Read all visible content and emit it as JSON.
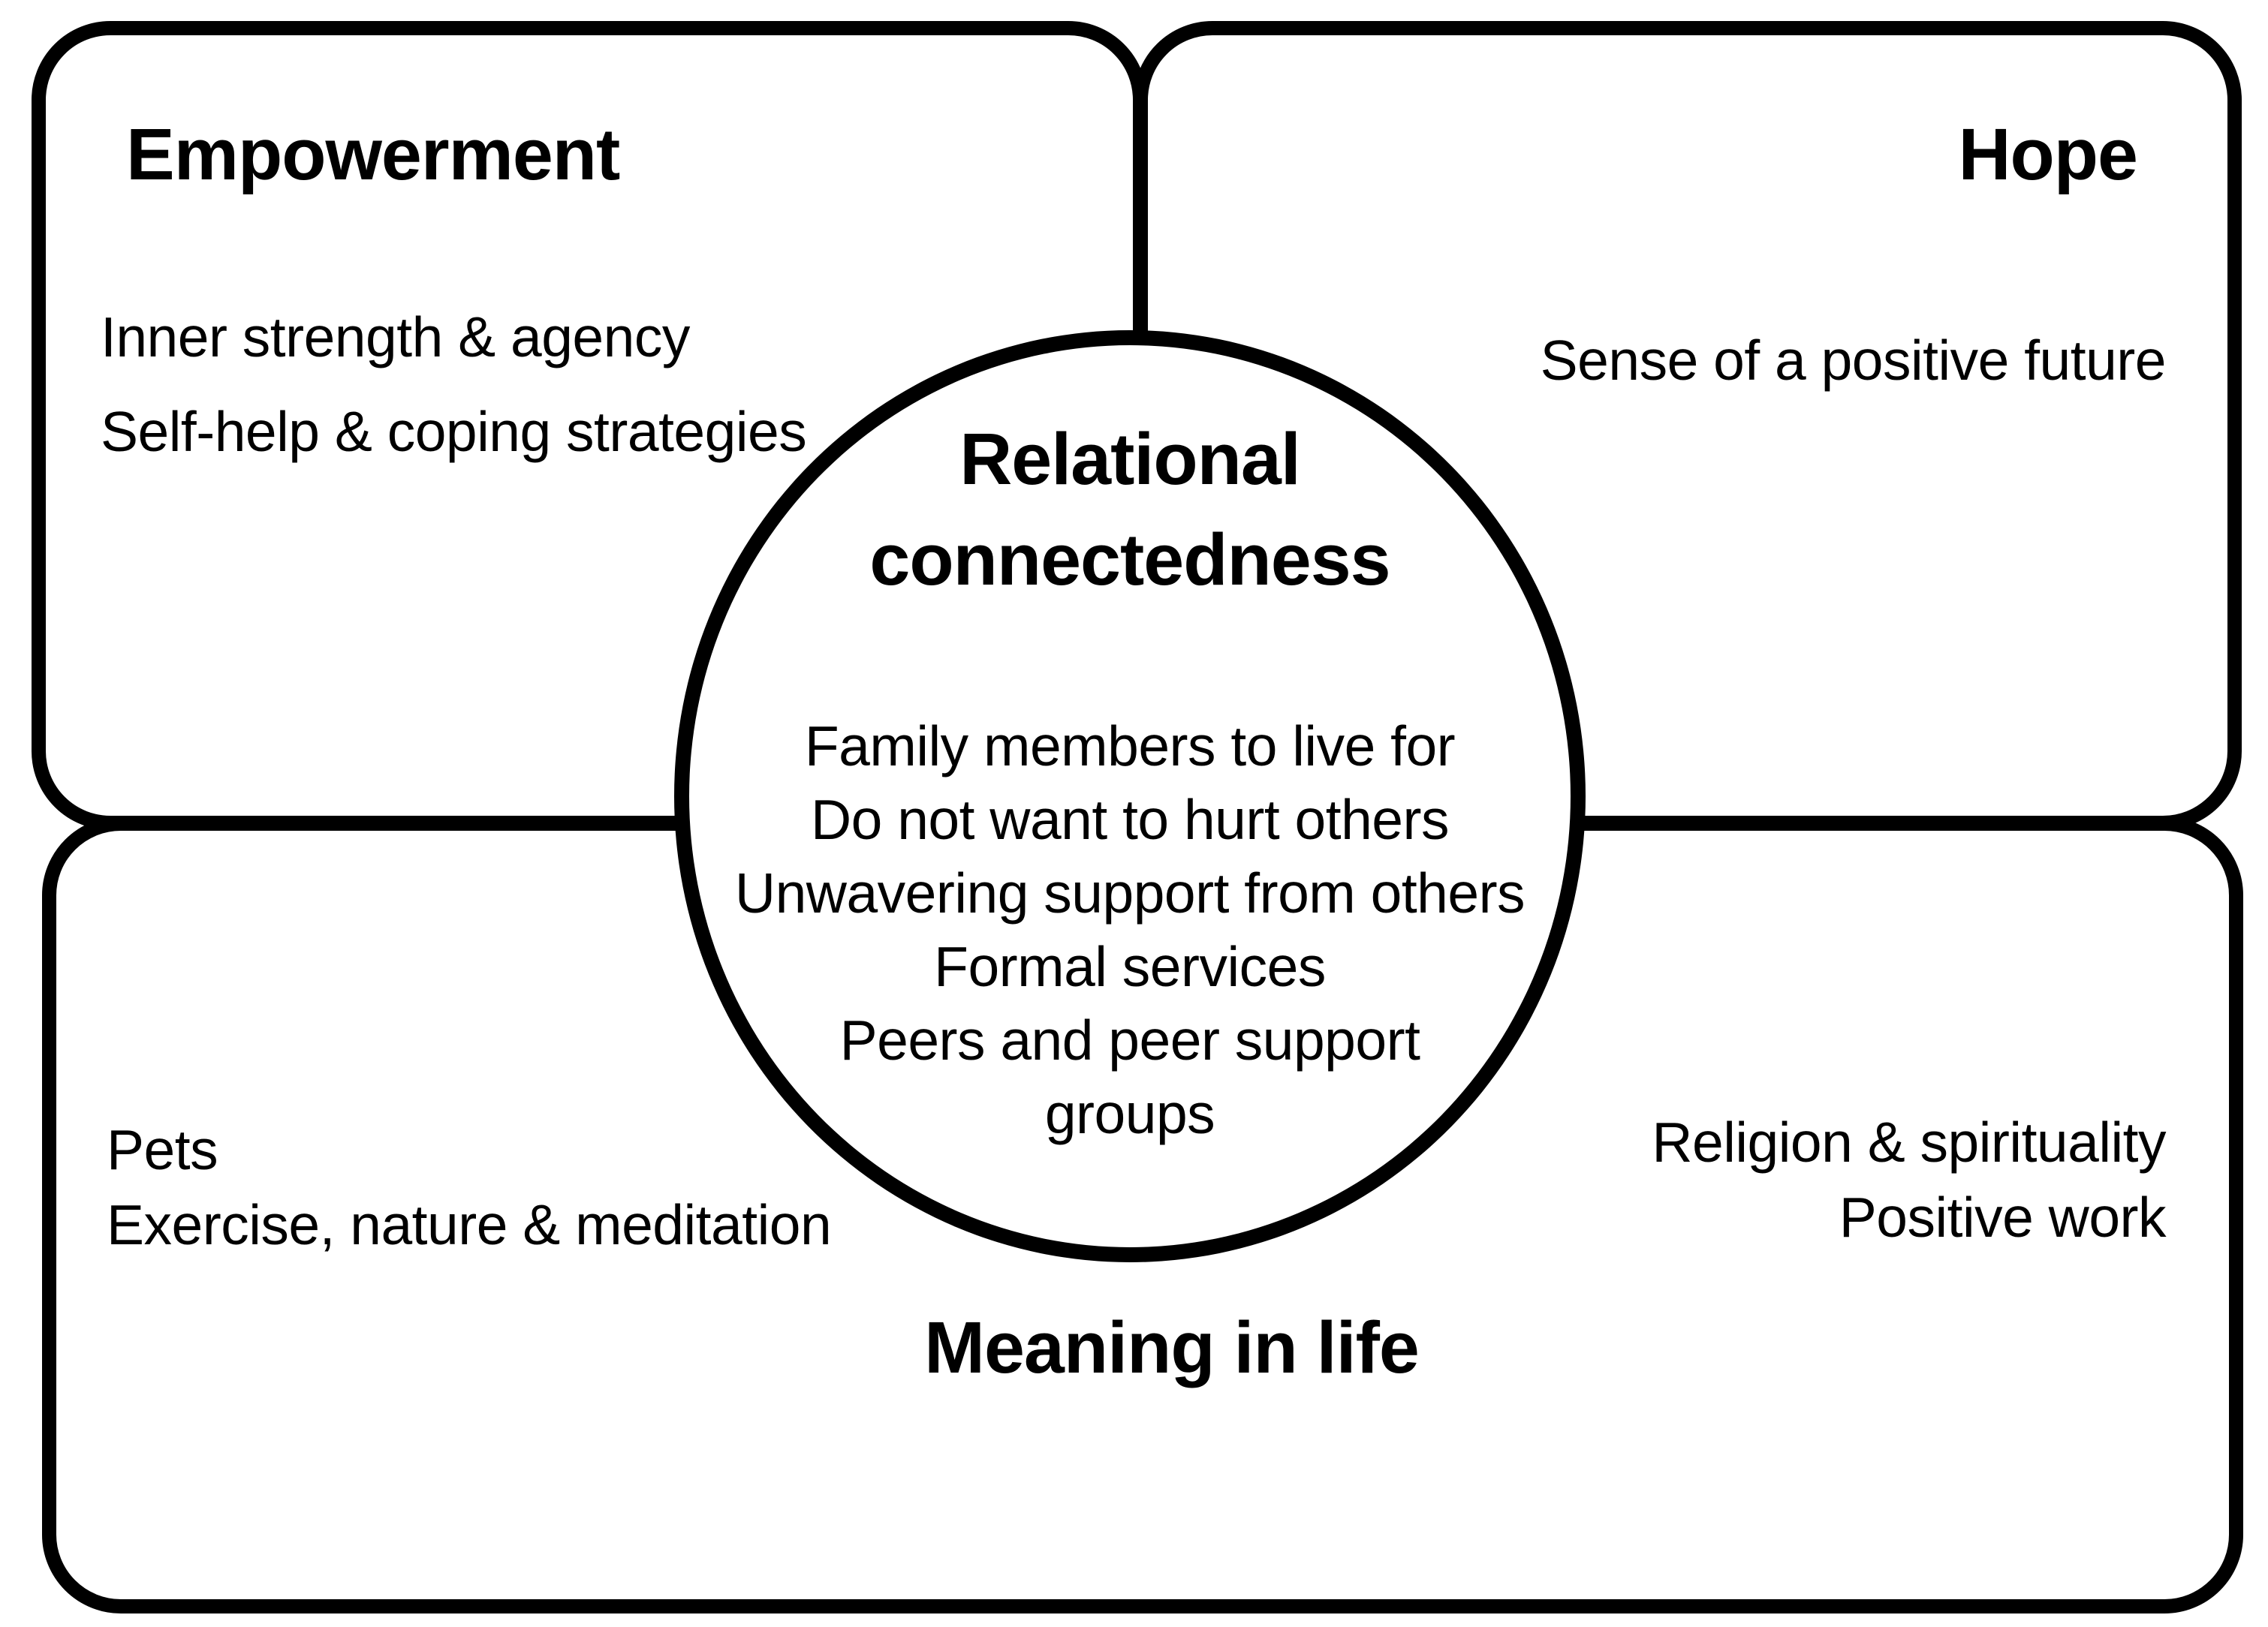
{
  "figure": {
    "background": "#ffffff",
    "stroke_color": "#000000"
  },
  "boxes": {
    "empowerment": {
      "title": "Empowerment",
      "items": [
        "Inner strength & agency",
        "Self-help & coping strategies"
      ]
    },
    "hope": {
      "title": "Hope",
      "items": [
        "Sense of a positive future"
      ]
    },
    "meaning": {
      "title": "Meaning in life",
      "items_left": [
        "Pets",
        "Exercise, nature & meditation"
      ],
      "items_right": [
        "Religion & spirituality",
        "Positive work"
      ]
    }
  },
  "circle": {
    "title": "Relational connectedness",
    "items": [
      "Family members to live for",
      "Do not want to hurt others",
      "Unwavering support from others",
      "Formal services",
      "Peers and peer support\ngroups"
    ]
  }
}
